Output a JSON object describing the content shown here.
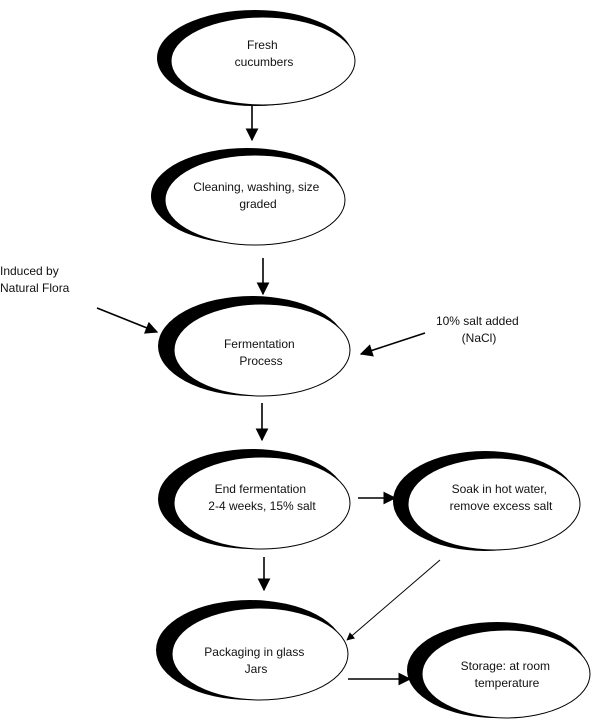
{
  "nodes": {
    "fresh_cucumbers": [
      "Fresh",
      "cucumbers"
    ],
    "cleaning": [
      "Cleaning, washing, size",
      "graded"
    ],
    "fermentation": [
      "Fermentation",
      "Process"
    ],
    "end_fermentation": [
      "End fermentation",
      "2-4 weeks, 15% salt"
    ],
    "soak": [
      "Soak in hot water,",
      "remove excess salt"
    ],
    "packaging": [
      "Packaging in glass",
      "Jars"
    ],
    "storage": [
      "Storage: at room",
      "temperature"
    ]
  },
  "side_labels": {
    "induced": [
      "Induced by",
      "Natural Flora"
    ],
    "salt_added": [
      "10% salt added",
      "(NaCl)"
    ]
  }
}
